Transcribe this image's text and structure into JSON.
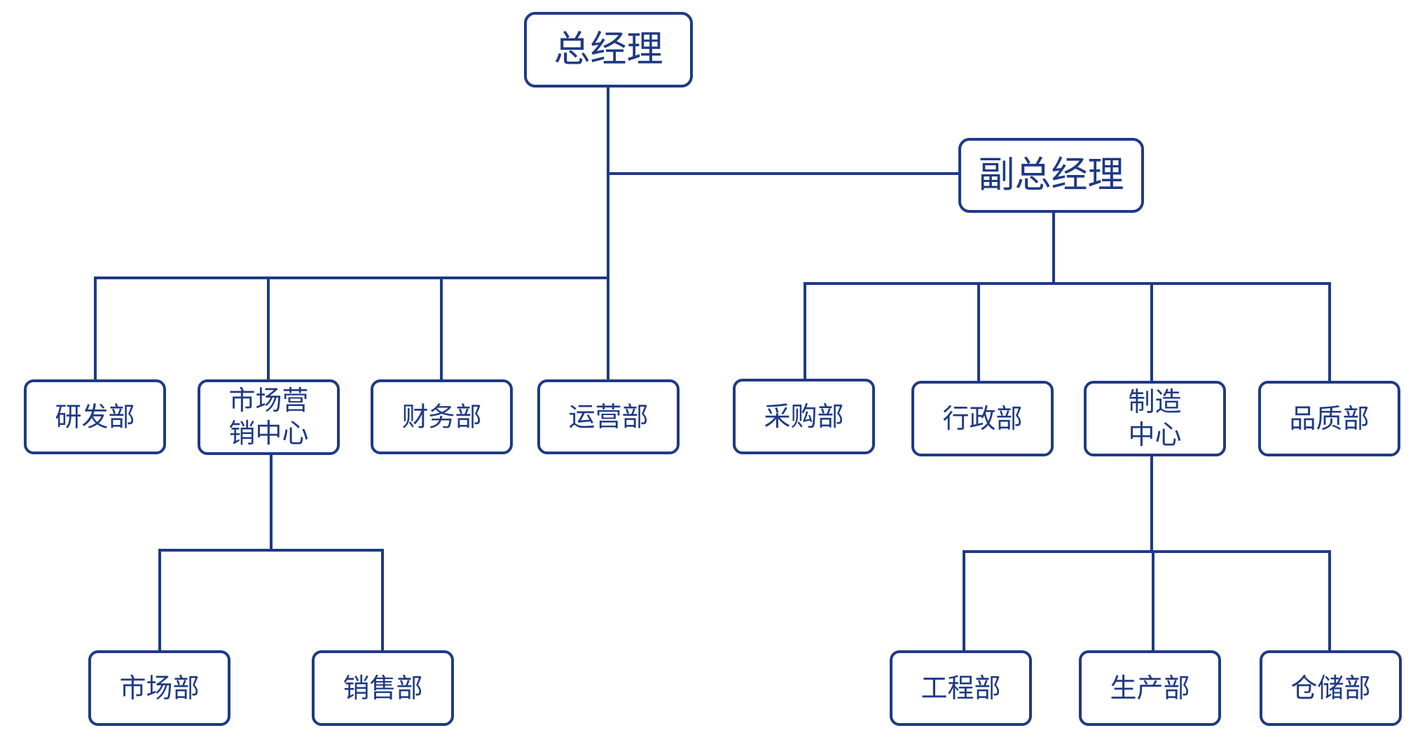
{
  "diagram": {
    "type": "org-chart",
    "line_color": "#1f3a84",
    "text_color": "#1f3a84",
    "nodes": {
      "gm": {
        "lines": [
          "总经理"
        ]
      },
      "deputy_gm": {
        "lines": [
          "副总经理"
        ]
      },
      "rnd": {
        "lines": [
          "研发部"
        ]
      },
      "marketing_center": {
        "lines": [
          "市场营",
          "销中心"
        ]
      },
      "finance": {
        "lines": [
          "财务部"
        ]
      },
      "operations": {
        "lines": [
          "运营部"
        ]
      },
      "purchasing": {
        "lines": [
          "采购部"
        ]
      },
      "administration": {
        "lines": [
          "行政部"
        ]
      },
      "manufacturing_center": {
        "lines": [
          "制造",
          "中心"
        ]
      },
      "quality": {
        "lines": [
          "品质部"
        ]
      },
      "market_dept": {
        "lines": [
          "市场部"
        ]
      },
      "sales_dept": {
        "lines": [
          "销售部"
        ]
      },
      "engineering": {
        "lines": [
          "工程部"
        ]
      },
      "production": {
        "lines": [
          "生产部"
        ]
      },
      "warehouse": {
        "lines": [
          "仓储部"
        ]
      }
    },
    "edges": [
      [
        "gm",
        "deputy_gm"
      ],
      [
        "gm",
        "rnd"
      ],
      [
        "gm",
        "marketing_center"
      ],
      [
        "gm",
        "finance"
      ],
      [
        "gm",
        "operations"
      ],
      [
        "deputy_gm",
        "purchasing"
      ],
      [
        "deputy_gm",
        "administration"
      ],
      [
        "deputy_gm",
        "manufacturing_center"
      ],
      [
        "deputy_gm",
        "quality"
      ],
      [
        "marketing_center",
        "market_dept"
      ],
      [
        "marketing_center",
        "sales_dept"
      ],
      [
        "manufacturing_center",
        "engineering"
      ],
      [
        "manufacturing_center",
        "production"
      ],
      [
        "manufacturing_center",
        "warehouse"
      ]
    ]
  }
}
